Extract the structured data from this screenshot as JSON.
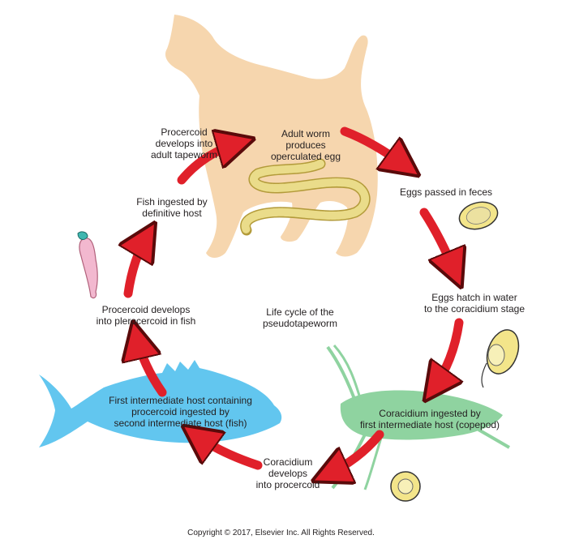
{
  "center_title": [
    "Life cycle of the",
    "pseudotapeworm"
  ],
  "stages": [
    {
      "id": "adult-worm",
      "lines": [
        "Adult worm",
        "produces",
        "operculated egg"
      ]
    },
    {
      "id": "eggs-feces",
      "lines": [
        "Eggs passed in feces"
      ]
    },
    {
      "id": "eggs-hatch",
      "lines": [
        "Eggs hatch in water",
        "to the coracidium stage"
      ]
    },
    {
      "id": "coracidium-ingested",
      "lines": [
        "Coracidium ingested by",
        "first intermediate host (copepod)"
      ]
    },
    {
      "id": "coracidium-develops",
      "lines": [
        "Coracidium",
        "develops",
        "into procercoid"
      ]
    },
    {
      "id": "first-host",
      "lines": [
        "First intermediate host containing",
        "procercoid ingested by",
        "second intermediate host (fish)"
      ]
    },
    {
      "id": "plerocercoid",
      "lines": [
        "Procercoid develops",
        "into plerocercoid in fish"
      ]
    },
    {
      "id": "fish-ingested",
      "lines": [
        "Fish ingested by",
        "definitive host"
      ]
    },
    {
      "id": "adult-tapeworm",
      "lines": [
        "Procercoid",
        "develops into",
        "adult tapeworm"
      ]
    }
  ],
  "copyright": "Copyright © 2017, Elsevier Inc. All Rights Reserved.",
  "colors": {
    "arrow": "#e0202a",
    "arrow_stroke": "#5a0a0a",
    "dog": "#f6d6ae",
    "fish": "#62c6ef",
    "copepod": "#8fd3a0",
    "worm": "#eadc8a",
    "egg": "#f3e58a",
    "larva": "#f2b8cf",
    "larva_head": "#3fb7b0"
  }
}
